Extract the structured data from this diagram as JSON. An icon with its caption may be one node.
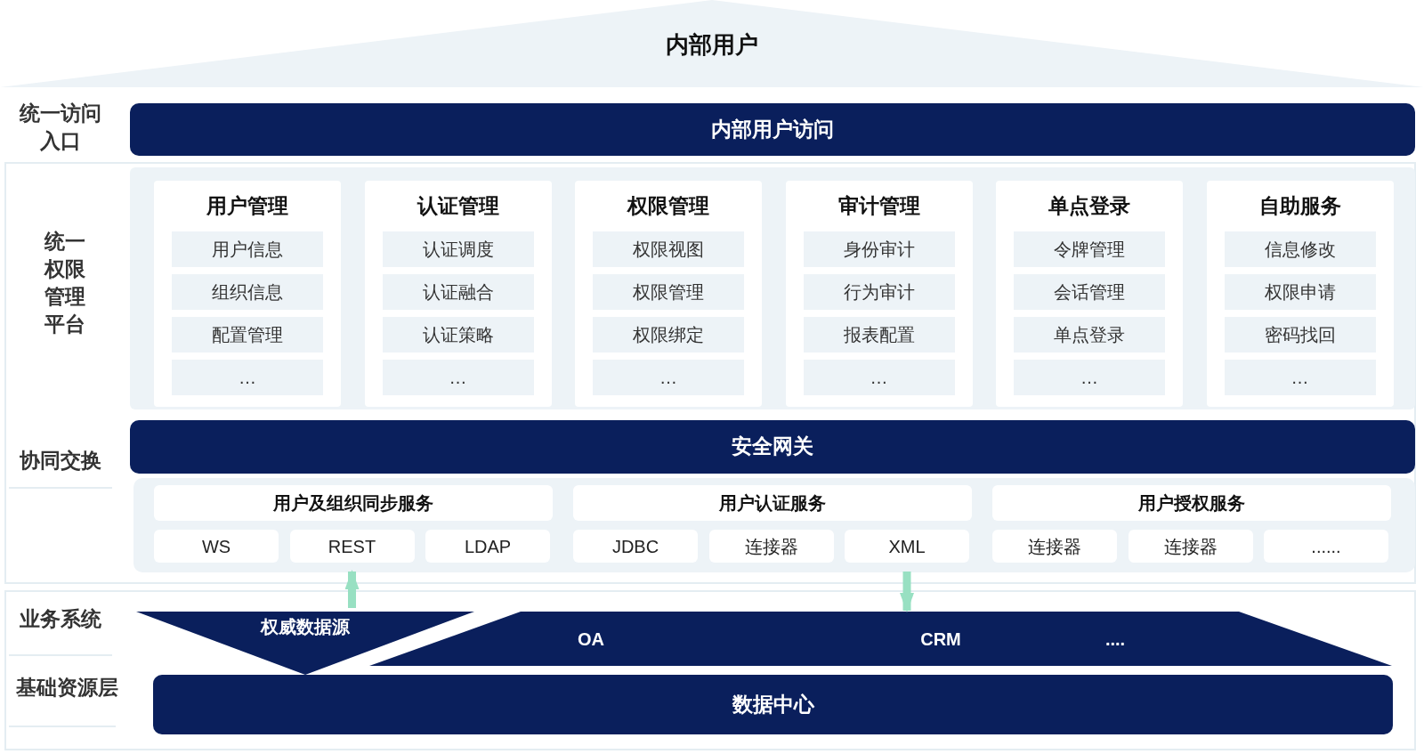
{
  "diagram": {
    "nodes": [
      {
        "text": [
          "内部用户"
        ]
      },
      {
        "text": [
          "内部用户访问"
        ]
      },
      {
        "text": [
          "用户管理"
        ]
      },
      {
        "text": [
          "用户信息"
        ],
        "in": 2
      },
      {
        "text": [
          "组织信息"
        ],
        "in": 2
      },
      {
        "text": [
          "配置管理"
        ],
        "in": 2
      },
      {
        "text": [
          "…"
        ],
        "in": 2
      },
      {
        "text": [
          "认证管理"
        ]
      },
      {
        "text": [
          "认证调度"
        ],
        "in": 7
      },
      {
        "text": [
          "认证融合"
        ],
        "in": 7
      },
      {
        "text": [
          "认证策略"
        ],
        "in": 7
      },
      {
        "text": [
          "…"
        ],
        "in": 7
      },
      {
        "text": [
          "权限管理"
        ]
      },
      {
        "text": [
          "权限视图"
        ],
        "in": 12
      },
      {
        "text": [
          "权限管理"
        ],
        "in": 12
      },
      {
        "text": [
          "权限绑定"
        ],
        "in": 12
      },
      {
        "text": [
          "…"
        ],
        "in": 12
      },
      {
        "text": [
          "审计管理"
        ]
      },
      {
        "text": [
          "身份审计"
        ],
        "in": 17
      },
      {
        "text": [
          "行为审计"
        ],
        "in": 17
      },
      {
        "text": [
          "报表配置"
        ],
        "in": 17
      },
      {
        "text": [
          "…"
        ],
        "in": 17
      },
      {
        "text": [
          "单点登录"
        ]
      },
      {
        "text": [
          "令牌管理"
        ],
        "in": 22
      },
      {
        "text": [
          "会话管理"
        ],
        "in": 22
      },
      {
        "text": [
          "单点登录"
        ],
        "in": 22
      },
      {
        "text": [
          "…"
        ],
        "in": 22
      },
      {
        "text": [
          "自助服务"
        ]
      },
      {
        "text": [
          "信息修改"
        ],
        "in": 27
      },
      {
        "text": [
          "权限申请"
        ],
        "in": 27
      },
      {
        "text": [
          "密码找回"
        ],
        "in": 27
      },
      {
        "text": [
          "…"
        ],
        "in": 27
      },
      {
        "text": [
          "安全网关"
        ]
      },
      {
        "text": [
          "用户及组织同步服务"
        ]
      },
      {
        "text": [
          "用户认证服务"
        ]
      },
      {
        "text": [
          "用户授权服务"
        ]
      },
      {
        "text": [
          "WS"
        ]
      },
      {
        "text": [
          "REST"
        ]
      },
      {
        "text": [
          "LDAP"
        ]
      },
      {
        "text": [
          "JDBC"
        ]
      },
      {
        "text": [
          "连接器"
        ]
      },
      {
        "text": [
          "XML"
        ]
      },
      {
        "text": [
          "连接器"
        ]
      },
      {
        "text": [
          "连接器"
        ]
      },
      {
        "text": [
          "......"
        ]
      },
      {
        "text": [
          "权威数据源"
        ]
      },
      {
        "text": [
          "OA",
          "CRM",
          "...."
        ]
      },
      {
        "text": [
          "数据中心"
        ]
      }
    ],
    "edges": [
      {
        "from": 45,
        "to": 37,
        "arrow": "to",
        "color": "#98e0c2"
      },
      {
        "from": 41,
        "to": 46,
        "arrow": "to",
        "color": "#98e0c2"
      }
    ],
    "labels": [
      "统一访问入口",
      "统一权限管理平台",
      "协同交换",
      "业务系统",
      "基础资源层"
    ]
  }
}
